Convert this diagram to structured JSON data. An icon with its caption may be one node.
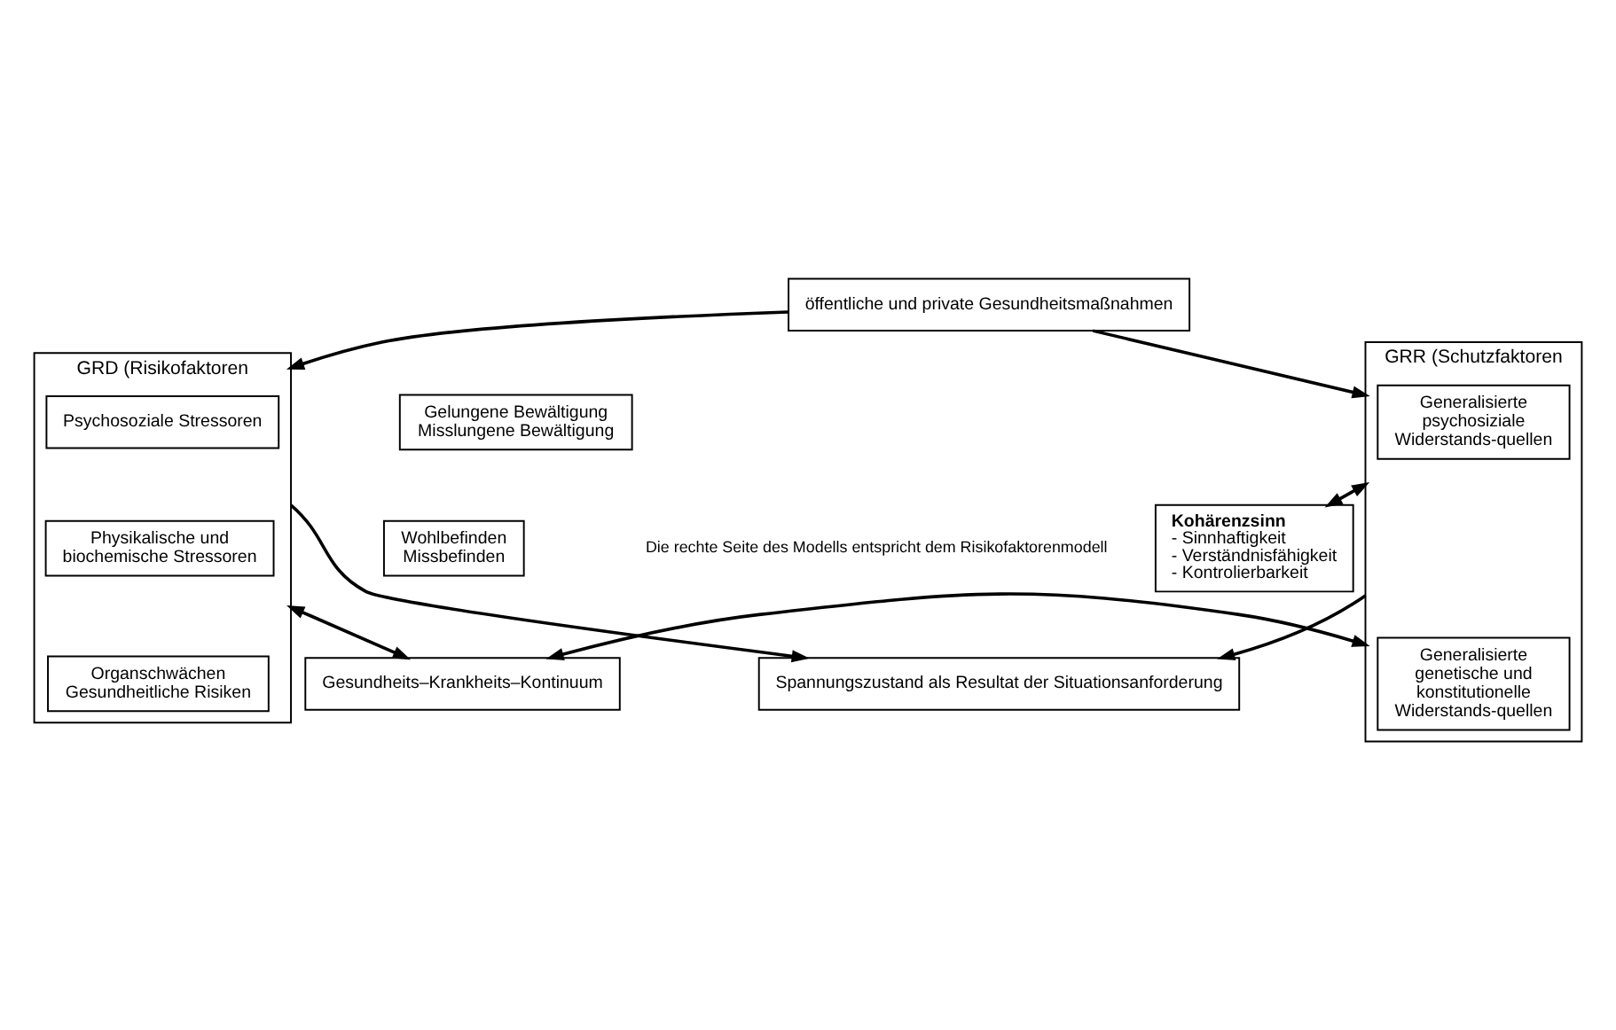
{
  "diagram": {
    "nodes": [
      {
        "text": [
          "öffentliche und private Gesundheitsmaßnahmen"
        ]
      },
      {
        "text": [
          "Kohärenzsinn",
          "- Sinnhaftigkeit",
          "- Verständnisfähigkeit",
          "- Kontrolierbarkeit"
        ]
      },
      {
        "text": [
          "GRR (Schutzfaktoren"
        ]
      },
      {
        "text": [
          "Generalisierte psychosiziale Widerstands-quellen"
        ],
        "in": 2
      },
      {
        "text": [
          "Generalisierte genetische und konstitutionelle Widerstands-quellen"
        ],
        "in": 2
      },
      {
        "text": [
          "Spannungszustand als Resultat der Situationsanforderung"
        ]
      },
      {
        "text": [
          "Gelungene Bewältigung",
          "Misslungene Bewältigung"
        ]
      },
      {
        "text": [
          "Wohlbefinden",
          "Missbefinden"
        ]
      },
      {
        "text": [
          "Gesundheits–Krankheits–Kontinuum"
        ]
      },
      {
        "text": [
          "GRD (Risikofaktoren"
        ]
      },
      {
        "text": [
          "Psychosoziale Stressoren"
        ],
        "in": 9
      },
      {
        "text": [
          "Physikalische und biochemische Stressoren"
        ],
        "in": 9
      },
      {
        "text": [
          "Organschwächen Gesundheitliche Risiken"
        ],
        "in": 9
      }
    ],
    "edges": [
      {
        "from": 0,
        "to": 2,
        "arrow": "to"
      },
      {
        "from": 0,
        "to": 9,
        "arrow": "to"
      },
      {
        "from": 2,
        "to": 1,
        "arrow": "both"
      },
      {
        "from": 2,
        "to": 5,
        "arrow": "to"
      },
      {
        "from": 9,
        "to": 5,
        "arrow": "to"
      },
      {
        "from": 2,
        "to": 8,
        "arrow": "both"
      },
      {
        "from": 9,
        "to": 8,
        "arrow": "both"
      }
    ],
    "labels": [
      "Die rechte Seite des Modells entspricht dem Risikofaktorenmodell"
    ]
  }
}
